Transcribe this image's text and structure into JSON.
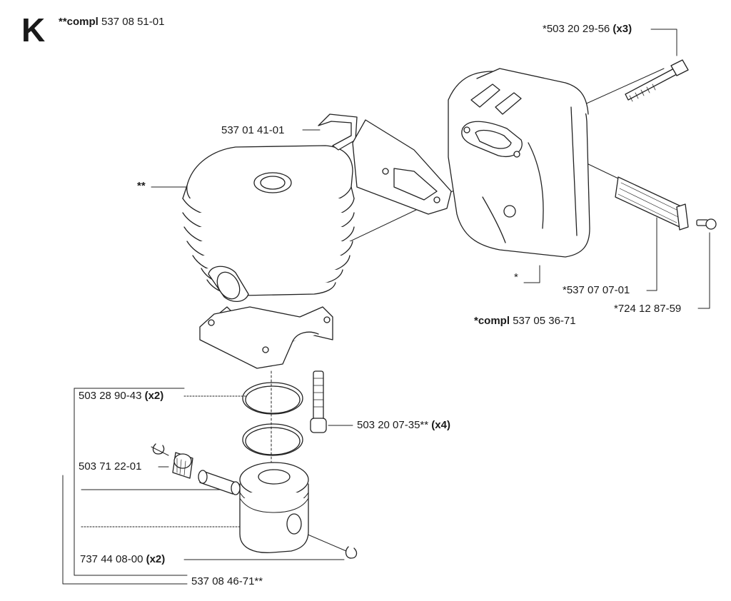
{
  "header": {
    "section_letter": "K",
    "assembly_prefix": "**compl",
    "assembly_number": "537 08 51-01"
  },
  "callouts": {
    "bolt_long": {
      "number": "*503 20 29-56",
      "qty": "(x3)"
    },
    "bracket": {
      "number": "537 01 41-01"
    },
    "cylinder_marker": {
      "number": "**"
    },
    "muffler_marker": {
      "number": "*"
    },
    "spark_screen": {
      "number": "*537 07 07-01"
    },
    "screw": {
      "number": "*724 12 87-59"
    },
    "muffler_assembly": {
      "prefix": "*compl",
      "number": "537 05 36-71"
    },
    "piston_ring": {
      "number": "503 28 90-43",
      "qty": "(x2)"
    },
    "cylinder_bolt": {
      "number": "503 20 07-35**",
      "qty": "(x4)"
    },
    "needle_bearing": {
      "number": "503 71 22-01"
    },
    "circlip": {
      "number": "737 44 08-00",
      "qty": "(x2)"
    },
    "piston_kit": {
      "number": "537 08 46-71**"
    }
  }
}
